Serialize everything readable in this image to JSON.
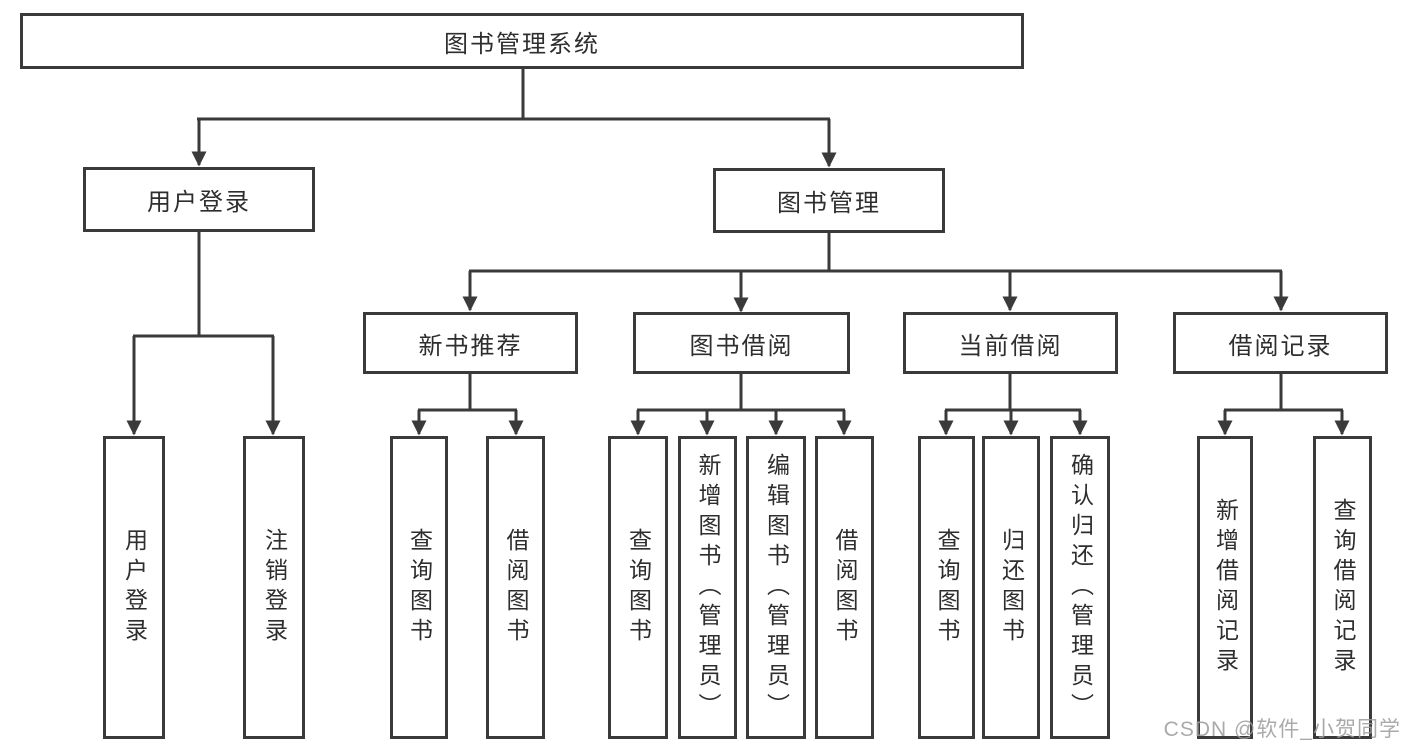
{
  "diagram": {
    "root": {
      "label": "图书管理系统"
    },
    "level2": [
      {
        "label": "用户登录"
      },
      {
        "label": "图书管理"
      }
    ],
    "level3": [
      {
        "label": "新书推荐"
      },
      {
        "label": "图书借阅"
      },
      {
        "label": "当前借阅"
      },
      {
        "label": "借阅记录"
      }
    ],
    "leaves": {
      "user_login": [
        "用户登录",
        "注销登录"
      ],
      "new_book": [
        "查询图书",
        "借阅图书"
      ],
      "book_borrow": [
        "查询图书",
        "新增图书（管理员）",
        "编辑图书（管理员）",
        "借阅图书"
      ],
      "current_borrow": [
        "查询图书",
        "归还图书",
        "确认归还（管理员）"
      ],
      "borrow_record": [
        "新增借阅记录",
        "查询借阅记录"
      ]
    }
  },
  "watermark": {
    "text": "CSDN @软件_小贺同学"
  },
  "colors": {
    "line": "#3a3a3a",
    "text": "#2e2e2e",
    "background": "#ffffff",
    "watermark": "#9e9e9e"
  }
}
